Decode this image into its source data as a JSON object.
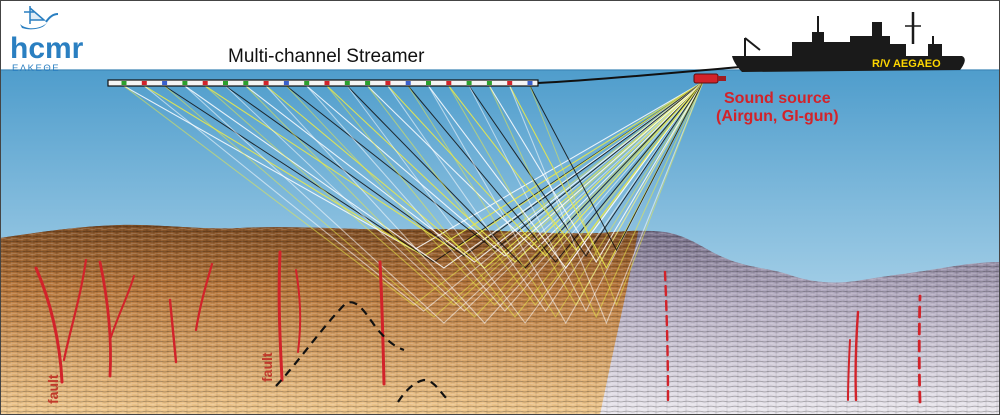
{
  "logo": {
    "name": "hcmr",
    "subtitle": "ΕΛΚΕΘΕ"
  },
  "labels": {
    "streamer": "Multi-channel Streamer",
    "source_line1": "Sound source",
    "source_line2": "(Airgun, GI-gun)",
    "ship": "R/V AEGAEO",
    "fault_left": "fault",
    "fault_mid": "fault"
  },
  "colors": {
    "sky": "#ffffff",
    "sea_top": "#4f9dcc",
    "sea_bottom": "#cfe8f5",
    "sediment_warm": "#c98c4a",
    "sediment_gray": "#a8a0b5",
    "fault": "#d2232a",
    "ray_yellow": "#e8e84a",
    "ray_white": "#ffffff",
    "ray_black": "#111111",
    "ship": "#1a1a1a"
  }
}
